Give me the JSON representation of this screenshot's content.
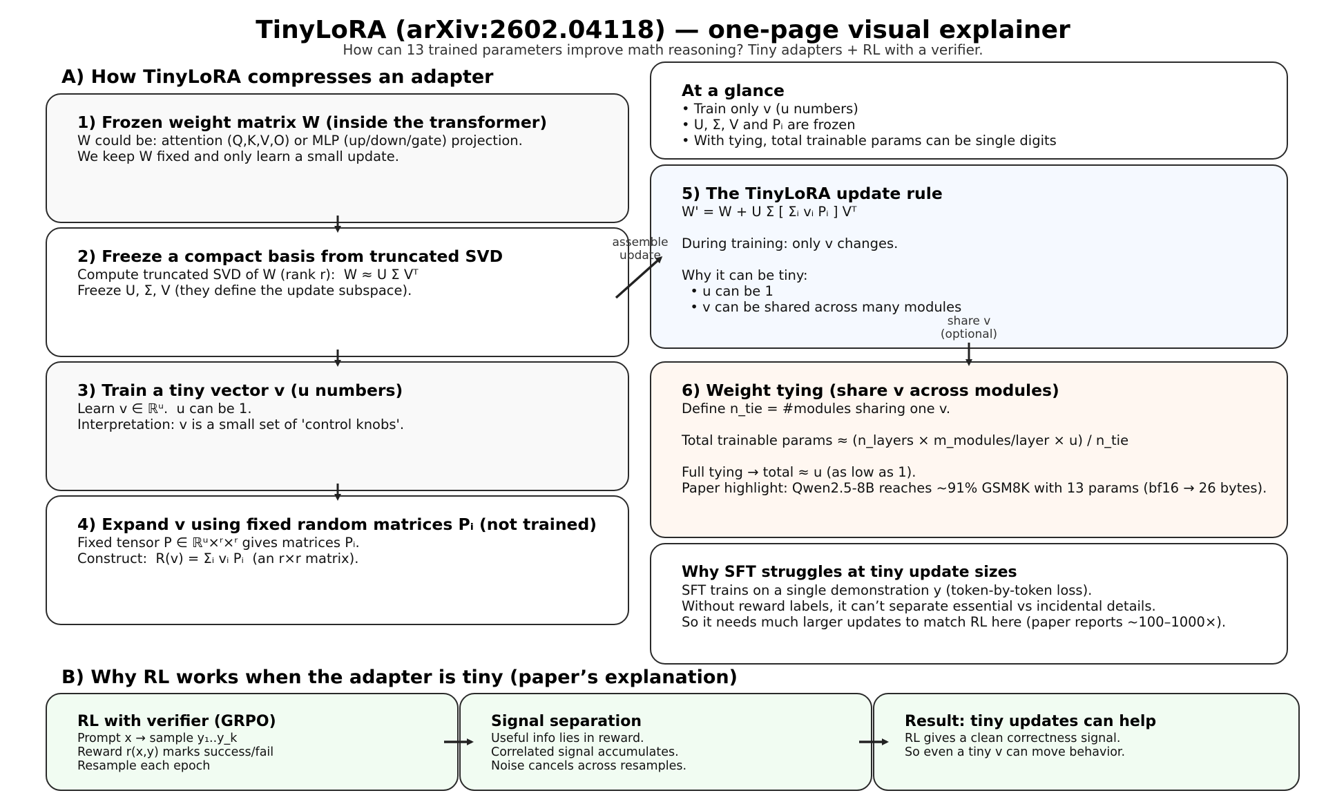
{
  "header": {
    "title": "TinyLoRA (arXiv:2602.04118) — one-page visual explainer",
    "subtitle": "How can 13 trained parameters improve math reasoning? Tiny adapters + RL with a verifier."
  },
  "section_a": {
    "heading": "A) How TinyLoRA compresses an adapter",
    "steps": [
      {
        "title": "1) Frozen weight matrix W (inside the transformer)",
        "lines": [
          "W could be: attention (Q,K,V,O) or MLP (up/down/gate) projection.",
          "We keep W fixed and only learn a small update."
        ]
      },
      {
        "title": "2) Freeze a compact basis from truncated SVD",
        "lines": [
          "Compute truncated SVD of W (rank r):  W ≈ U Σ Vᵀ",
          "Freeze U, Σ, V (they define the update subspace)."
        ]
      },
      {
        "title": "3) Train a tiny vector v (u numbers)",
        "lines": [
          "Learn v ∈ ℝᵘ.  u can be 1.",
          "Interpretation: v is a small set of 'control knobs'."
        ]
      },
      {
        "title": "4) Expand v using fixed random matrices Pᵢ (not trained)",
        "lines": [
          "Fixed tensor P ∈ ℝᵘ×ʳ×ʳ gives matrices Pᵢ.",
          "Construct:  R(v) = Σᵢ vᵢ Pᵢ  (an r×r matrix)."
        ]
      }
    ]
  },
  "glance": {
    "title": "At a glance",
    "lines": [
      "• Train only v (u numbers)",
      "• U, Σ, V and Pᵢ are frozen",
      "• With tying, total trainable params can be single digits"
    ]
  },
  "update_rule": {
    "title": "5) The TinyLoRA update rule",
    "lines": [
      "W' = W + U Σ [ Σᵢ vᵢ Pᵢ ] Vᵀ",
      "",
      "During training: only v changes.",
      "",
      "Why it can be tiny:",
      "  • u can be 1",
      "  • v can be shared across many modules"
    ]
  },
  "tying": {
    "title": "6) Weight tying (share v across modules)",
    "lines": [
      "Define n_tie = #modules sharing one v.",
      "",
      "Total trainable params ≈ (n_layers × m_modules/layer × u) / n_tie",
      "",
      "Full tying → total ≈ u (as low as 1).",
      "Paper highlight: Qwen2.5-8B reaches ~91% GSM8K with 13 params (bf16 → 26 bytes)."
    ]
  },
  "sft": {
    "title": "Why SFT struggles at tiny update sizes",
    "lines": [
      "SFT trains on a single demonstration y (token-by-token loss).",
      "Without reward labels, it can’t separate essential vs incidental details.",
      "So it needs much larger updates to match RL here (paper reports ~100–1000×)."
    ]
  },
  "annotations": {
    "assemble": "assemble\nupdate",
    "share": "share v\n(optional)"
  },
  "section_b": {
    "heading": "B) Why RL works when the adapter is tiny (paper’s explanation)",
    "boxes": [
      {
        "title": "RL with verifier (GRPO)",
        "lines": [
          "Prompt x → sample y₁..y_k",
          "Reward r(x,y) marks success/fail",
          "Resample each epoch"
        ]
      },
      {
        "title": "Signal separation",
        "lines": [
          "Useful info lies in reward.",
          "Correlated signal accumulates.",
          "Noise cancels across resamples."
        ]
      },
      {
        "title": "Result: tiny updates can help",
        "lines": [
          "RL gives a clean correctness signal.",
          "So even a tiny v can move behavior."
        ]
      }
    ]
  },
  "colors": {
    "gray_fill": "#f9f9f9",
    "blue_fill": "#f5f9ff",
    "peach_fill": "#fff7f1",
    "green_fill": "#f1fcf2",
    "white_fill": "#ffffff",
    "border": "#2a2a2a",
    "arrow": "#222222"
  }
}
